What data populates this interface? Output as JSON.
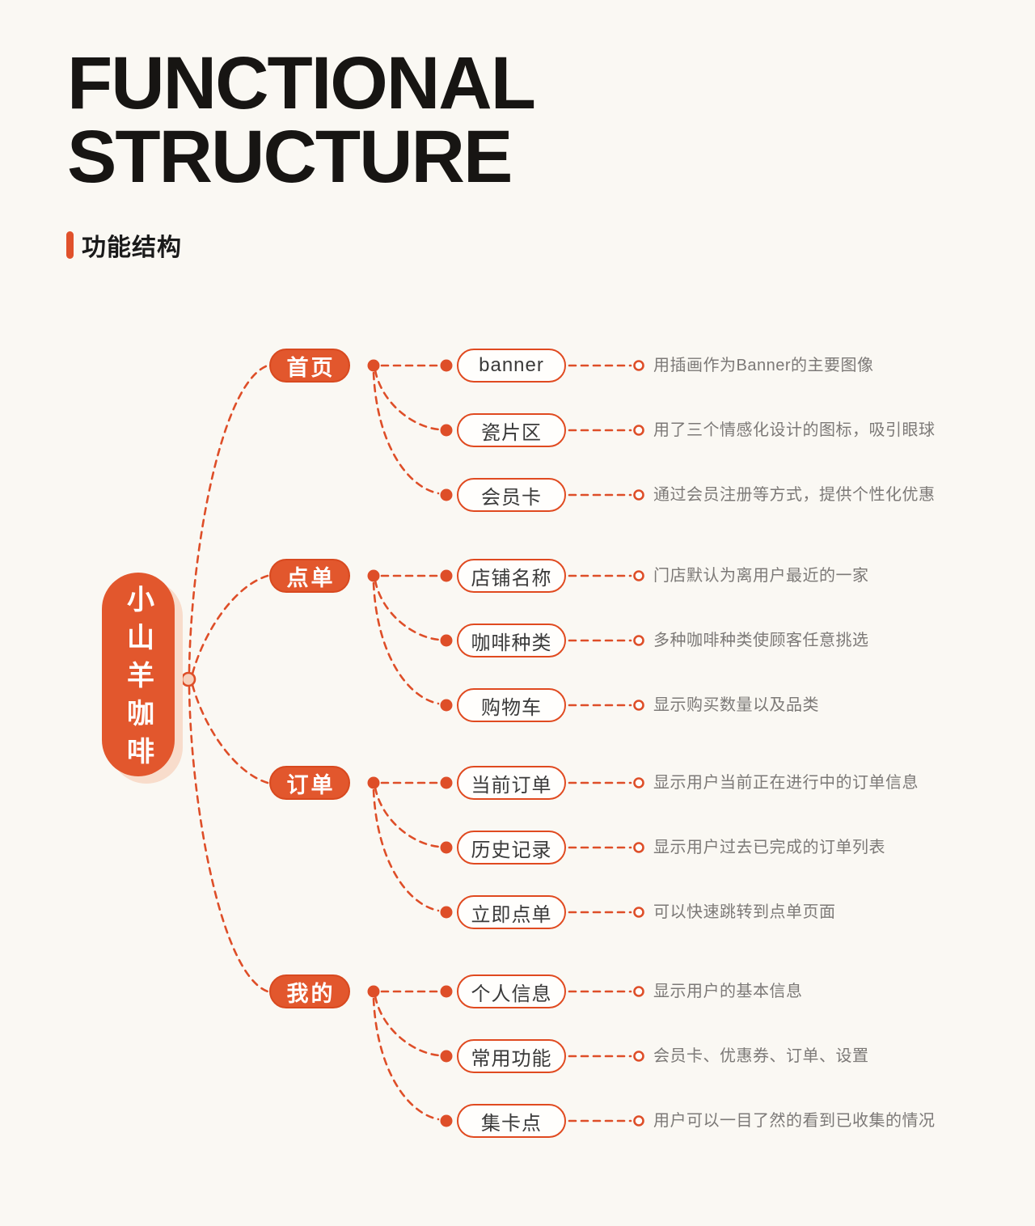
{
  "header": {
    "title_line1": "FUNCTIONAL",
    "title_line2": "STRUCTURE",
    "subtitle": "功能结构"
  },
  "colors": {
    "background": "#FAF8F3",
    "accent_orange": "#E2572D",
    "line_orange": "#DE4E28",
    "node_border": "#E04A20",
    "desc_gray": "#7C7977",
    "title_black": "#171513"
  },
  "tree": {
    "root": "小山羊咖啡",
    "branches": [
      {
        "label": "首页",
        "children": [
          {
            "label": "banner",
            "desc": "用插画作为Banner的主要图像"
          },
          {
            "label": "瓷片区",
            "desc": "用了三个情感化设计的图标，吸引眼球"
          },
          {
            "label": "会员卡",
            "desc": "通过会员注册等方式，提供个性化优惠"
          }
        ]
      },
      {
        "label": "点单",
        "children": [
          {
            "label": "店铺名称",
            "desc": "门店默认为离用户最近的一家"
          },
          {
            "label": "咖啡种类",
            "desc": "多种咖啡种类使顾客任意挑选"
          },
          {
            "label": "购物车",
            "desc": "显示购买数量以及品类"
          }
        ]
      },
      {
        "label": "订单",
        "children": [
          {
            "label": "当前订单",
            "desc": "显示用户当前正在进行中的订单信息"
          },
          {
            "label": "历史记录",
            "desc": "显示用户过去已完成的订单列表"
          },
          {
            "label": "立即点单",
            "desc": "可以快速跳转到点单页面"
          }
        ]
      },
      {
        "label": "我的",
        "children": [
          {
            "label": "个人信息",
            "desc": "显示用户的基本信息"
          },
          {
            "label": "常用功能",
            "desc": "会员卡、优惠券、订单、设置"
          },
          {
            "label": "集卡点",
            "desc": "用户可以一目了然的看到已收集的情况"
          }
        ]
      }
    ]
  }
}
